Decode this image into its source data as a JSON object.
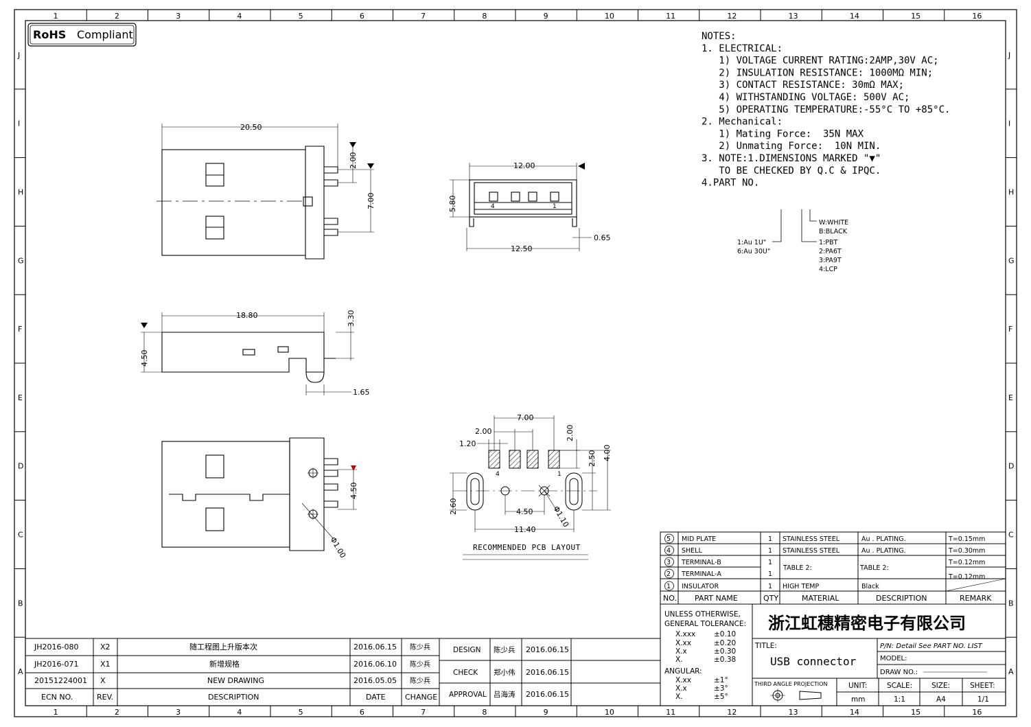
{
  "badge": {
    "rohs": "RoHS",
    "compliant": "Compliant"
  },
  "grid": {
    "cols": [
      "1",
      "2",
      "3",
      "4",
      "5",
      "6",
      "7",
      "8",
      "9",
      "10",
      "11",
      "12",
      "13",
      "14",
      "15",
      "16"
    ],
    "rows": [
      "J",
      "I",
      "H",
      "G",
      "F",
      "E",
      "D",
      "C",
      "B",
      "A"
    ]
  },
  "notes": {
    "lines": [
      "NOTES:",
      "1. ELECTRICAL:",
      "   1) VOLTAGE CURRENT RATING:2AMP,30V AC;",
      "   2) INSULATION RESISTANCE: 1000MΩ MIN;",
      "   3) CONTACT RESISTANCE: 30mΩ MAX;",
      "   4) WITHSTANDING VOLTAGE: 500V AC;",
      "   5) OPERATING TEMPERATURE:-55°C TO +85°C.",
      "2. Mechanical:",
      "   1) Mating Force:  35N MAX",
      "   2) Unmating Force:  10N MIN.",
      "3. NOTE:1.DIMENSIONS MARKED \"▼\"",
      "   TO BE CHECKED BY Q.C & IPQC.",
      "4.PART NO."
    ],
    "part_no": {
      "plating": [
        "1:Au 1U\"",
        "6:Au 30U\""
      ],
      "color": [
        "W:WHITE",
        "B:BLACK"
      ],
      "material": [
        "1:PBT",
        "2:PA6T",
        "3:PA9T",
        "4:LCP"
      ]
    }
  },
  "dims": {
    "top": [
      "20.50",
      "2.00",
      "7.00"
    ],
    "front": [
      "12.00",
      "5.80",
      "12.50",
      "0.65"
    ],
    "side": [
      "18.80",
      "3.30",
      "4.50",
      "1.65"
    ],
    "bottom": [
      "4.50",
      "Φ1.00"
    ],
    "pcb": [
      "7.00",
      "2.00",
      "1.20",
      "2.00",
      "2.50",
      "4.00",
      "2.60",
      "4.50",
      "Φ1.10",
      "11.40",
      "4",
      "1"
    ],
    "pcb_caption": "RECOMMENDED PCB LAYOUT"
  },
  "bom": {
    "header": [
      "NO.",
      "PART NAME",
      "QTY",
      "MATERIAL",
      "DESCRIPTION",
      "REMARK"
    ],
    "rows": [
      {
        "no": "5",
        "part": "MID PLATE",
        "qty": "1",
        "material": "STAINLESS STEEL",
        "desc": "Au . PLATING.",
        "remark": "T=0.15mm"
      },
      {
        "no": "4",
        "part": "SHELL",
        "qty": "1",
        "material": "STAINLESS STEEL",
        "desc": "Au . PLATING.",
        "remark": "T=0.30mm"
      },
      {
        "no": "3",
        "part": "TERMINAL-B",
        "qty": "1",
        "material": "TABLE 2:",
        "desc": "TABLE 2:",
        "remark": "T=0.12mm"
      },
      {
        "no": "2",
        "part": "TERMINAL-A",
        "qty": "1",
        "material": "",
        "desc": "",
        "remark": "T=0.12mm"
      },
      {
        "no": "1",
        "part": "INSULATOR",
        "qty": "1",
        "material": "HIGH TEMP",
        "desc": "Black",
        "remark": ""
      }
    ]
  },
  "tolerance": {
    "title": [
      "UNLESS OTHERWISE,",
      "GENERAL TOLERANCE:"
    ],
    "lin": [
      [
        "X.xxx",
        "±0.10"
      ],
      [
        "X.xx",
        "±0.20"
      ],
      [
        "X.x",
        "±0.30"
      ],
      [
        "X.",
        "±0.38"
      ]
    ],
    "ang_title": "ANGULAR:",
    "ang": [
      [
        "X.xx",
        "±1°"
      ],
      [
        "X.x",
        "±3°"
      ],
      [
        "X.",
        "±5°"
      ]
    ]
  },
  "title_block": {
    "company": "浙江虹穗精密电子有限公司",
    "title_label": "TITLE:",
    "title": "USB connector",
    "pn": "P/N: Detail  See  PART  NO.  LIST",
    "model": "MODEL:",
    "drawno": "DRAW  NO.:",
    "projection": "THIRD ANGLE PROJECTION",
    "unit_label": "UNIT:",
    "unit": "mm",
    "scale_label": "SCALE:",
    "scale": "1:1",
    "size_label": "SIZE:",
    "size": "A4",
    "sheet_label": "SHEET:",
    "sheet": "1/1"
  },
  "revisions": {
    "rows": [
      {
        "ecn": "JH2016-080",
        "rev": "X2",
        "desc": "随工程图上升版本次",
        "date": "2016.06.15",
        "by": "陈少兵"
      },
      {
        "ecn": "JH2016-071",
        "rev": "X1",
        "desc": "新增规格",
        "date": "2016.06.10",
        "by": "陈少兵"
      },
      {
        "ecn": "20151224001",
        "rev": "X",
        "desc": "NEW DRAWING",
        "date": "2016.05.05",
        "by": "陈少兵"
      }
    ],
    "header": {
      "ecn": "ECN NO.",
      "rev": "REV.",
      "desc": "DESCRIPTION",
      "date": "DATE",
      "change": "CHANGE"
    }
  },
  "approvals": [
    {
      "role": "DESIGN",
      "name": "陈少兵",
      "date": "2016.06.15"
    },
    {
      "role": "CHECK",
      "name": "郑小伟",
      "date": "2016.06.15"
    },
    {
      "role": "APPROVAL",
      "name": "吕海涛",
      "date": "2016.06.15"
    }
  ],
  "colors": {
    "line": "#000000",
    "red": "#c00000"
  }
}
